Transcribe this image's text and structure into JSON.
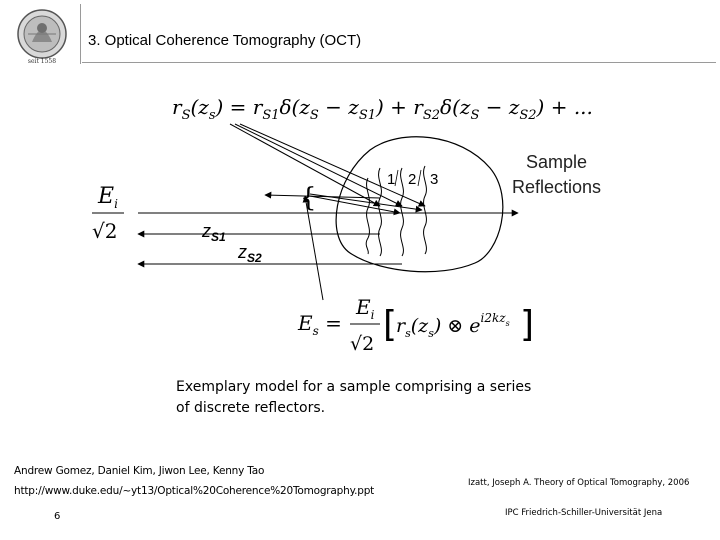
{
  "header": {
    "title": "3. Optical Coherence Tomography (OCT)",
    "logo_caption": "seit 1558"
  },
  "diagram": {
    "equation_top": "rS(zs) = rS1δ(zS − zS1) + rS2δ(zS − zS2) + ...",
    "equation_bottom": "Es = (Ei/√2)[rS(zs) ⊗ e^{i2kzs}]",
    "label_incident": "Ei/√2",
    "label_zs1": "zS1",
    "label_zs2": "zS2",
    "reflector_numbers": [
      "1",
      "2",
      "3"
    ],
    "sample_label_line1": "Sample",
    "sample_label_line2": "Reflections"
  },
  "caption": {
    "line1": "Exemplary model for a sample comprising a series",
    "line2": "of discrete reflectors."
  },
  "footer": {
    "authors": "Andrew Gomez, Daniel Kim, Jiwon Lee, Kenny Tao",
    "url": "http://www.duke.edu/~yt13/Optical%20Coherence%20Tomography.ppt",
    "reference": "Izatt, Joseph A. Theory of Optical Tomography, 2006",
    "page_number": "6",
    "institution": "IPC Friedrich-Schiller-Universität Jena"
  }
}
